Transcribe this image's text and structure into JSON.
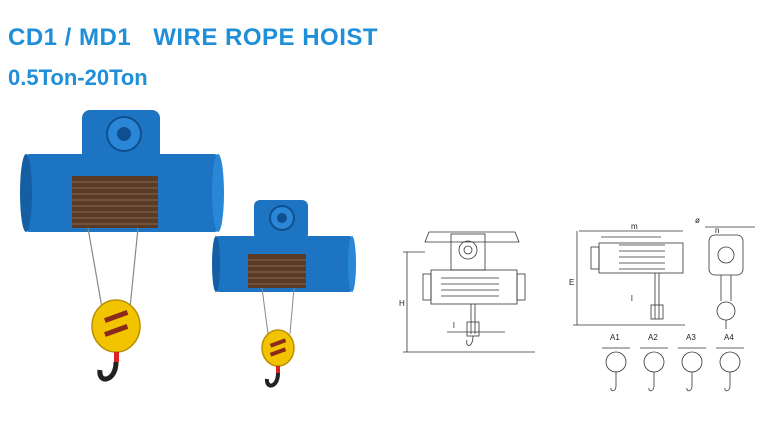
{
  "header": {
    "model": "CD1 / MD1",
    "product": "WIRE ROPE HOIST",
    "capacity": "0.5Ton-20Ton"
  },
  "drawings": {
    "front_view": {
      "h": "H",
      "l": "l"
    },
    "side_view": {
      "m": "m",
      "n": "n",
      "phi": "ø",
      "e": "E",
      "l": "l"
    },
    "variants": [
      "A1",
      "A2",
      "A3",
      "A4"
    ]
  },
  "colors": {
    "title": "#1f8fd9",
    "hoist_body": "#1d74c2",
    "hook_block": "#f2c400"
  }
}
